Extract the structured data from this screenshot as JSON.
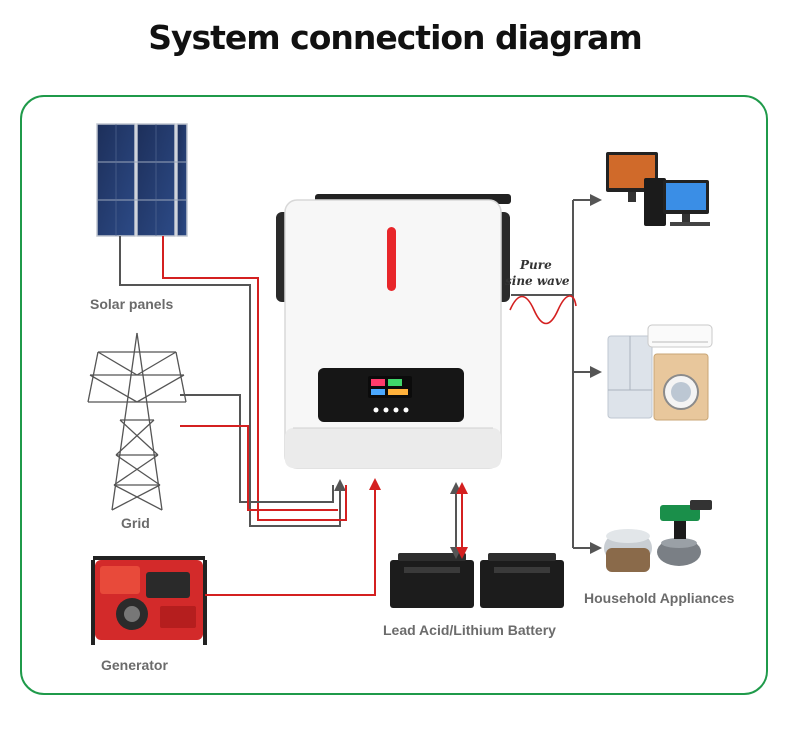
{
  "title": "System connection diagram",
  "labels": {
    "solar": "Solar panels",
    "grid": "Grid",
    "generator": "Generator",
    "battery": "Lead Acid/Lithium Battery",
    "appliances": "Household Appliances"
  },
  "wave": {
    "line1": "Pure",
    "line2": "sine wave"
  },
  "colors": {
    "frame": "#1f9a4a",
    "ac_line": "#d42020",
    "dc_line": "#555555",
    "indicator": "#e8262a"
  }
}
